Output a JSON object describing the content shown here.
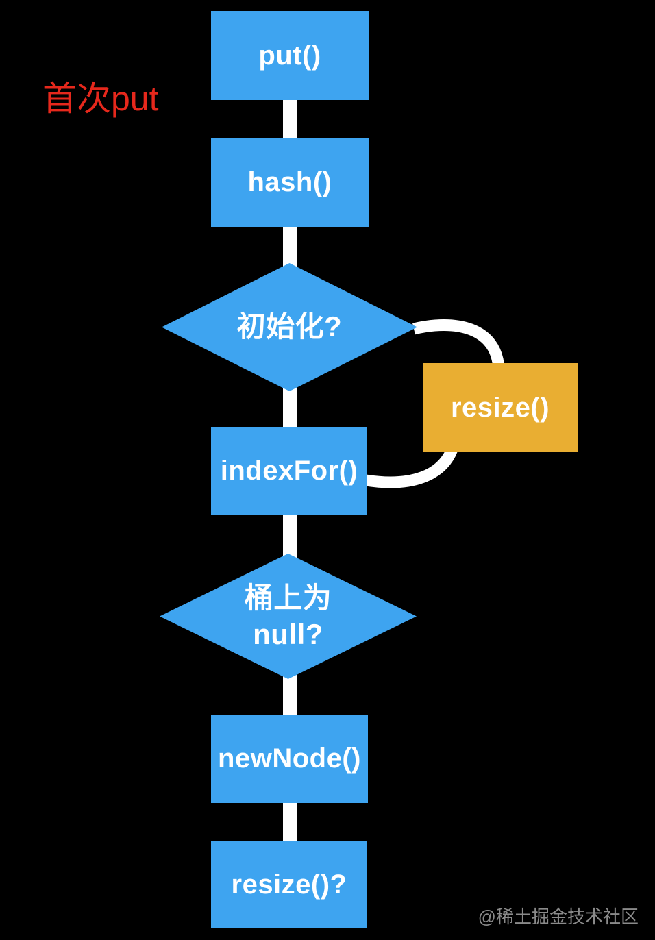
{
  "annotation": {
    "label": "首次put",
    "color": "#E6281C"
  },
  "flowchart": {
    "nodes": {
      "put": "put()",
      "hash": "hash()",
      "init": "初始化?",
      "resize": "resize()",
      "index_for": "indexFor()",
      "bucket_line1": "桶上为",
      "bucket_line2": "null?",
      "new_node": "newNode()",
      "resize_q": "resize()?"
    },
    "node_types": {
      "put": "process",
      "hash": "process",
      "init": "decision",
      "resize": "process",
      "index_for": "process",
      "bucket": "decision",
      "new_node": "process",
      "resize_q": "process"
    },
    "edges": [
      {
        "from": "put",
        "to": "hash"
      },
      {
        "from": "hash",
        "to": "init"
      },
      {
        "from": "init",
        "to": "resize",
        "shape": "arc"
      },
      {
        "from": "resize",
        "to": "index_for",
        "shape": "arc"
      },
      {
        "from": "init",
        "to": "index_for"
      },
      {
        "from": "index_for",
        "to": "bucket"
      },
      {
        "from": "bucket",
        "to": "new_node"
      },
      {
        "from": "new_node",
        "to": "resize_q"
      }
    ]
  },
  "watermark": {
    "text": "@稀土掘金技术社区",
    "color": "#8a8a8a"
  },
  "colors": {
    "background": "#000000",
    "node_blue": "#3EA4F0",
    "node_orange": "#E9AE32",
    "connector_white": "#FFFFFF",
    "annotation_red": "#E6281C",
    "watermark_gray": "#8a8a8a"
  }
}
